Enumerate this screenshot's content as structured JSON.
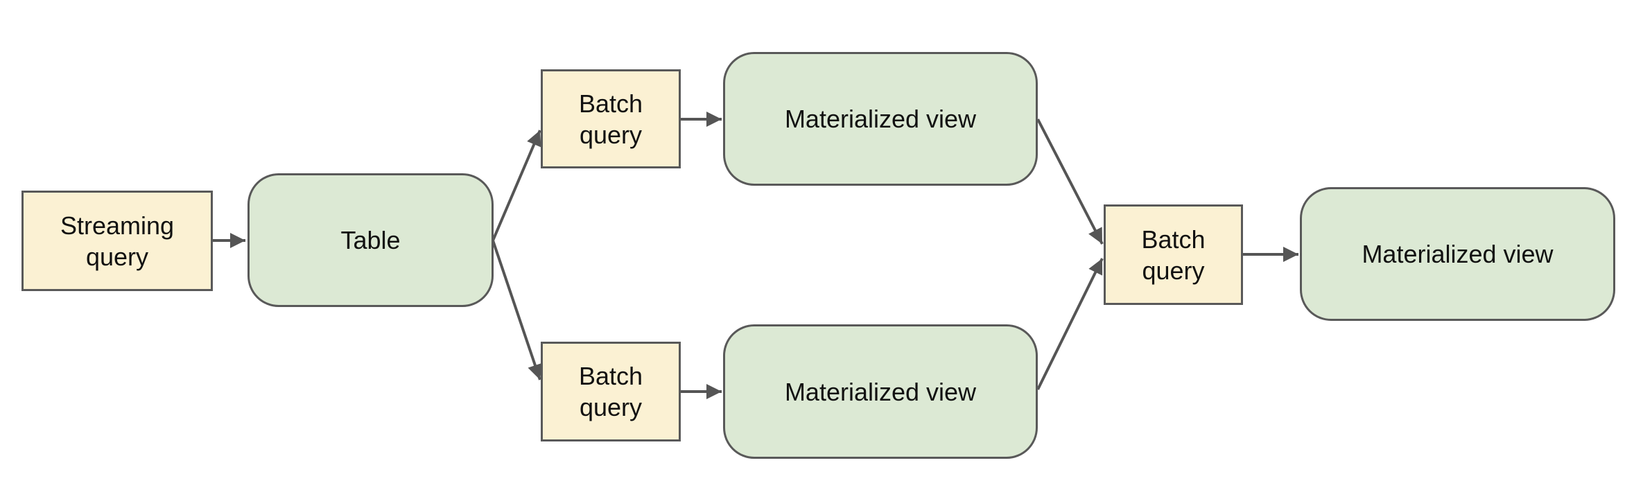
{
  "diagram": {
    "type": "flowchart",
    "direction": "left-to-right",
    "nodes": [
      {
        "id": "streaming-query",
        "label": "Streaming query",
        "shape": "rectangle",
        "fill": "#FBF1D3",
        "border": "#595959"
      },
      {
        "id": "table",
        "label": "Table",
        "shape": "rounded-rectangle",
        "fill": "#DCE9D4",
        "border": "#595959"
      },
      {
        "id": "batch-query-top",
        "label": "Batch query",
        "shape": "rectangle",
        "fill": "#FBF1D3",
        "border": "#595959"
      },
      {
        "id": "materialized-view-top",
        "label": "Materialized view",
        "shape": "rounded-rectangle",
        "fill": "#DCE9D4",
        "border": "#595959"
      },
      {
        "id": "batch-query-bottom",
        "label": "Batch query",
        "shape": "rectangle",
        "fill": "#FBF1D3",
        "border": "#595959"
      },
      {
        "id": "materialized-view-bottom",
        "label": "Materialized view",
        "shape": "rounded-rectangle",
        "fill": "#DCE9D4",
        "border": "#595959"
      },
      {
        "id": "batch-query-merge",
        "label": "Batch query",
        "shape": "rectangle",
        "fill": "#FBF1D3",
        "border": "#595959"
      },
      {
        "id": "materialized-view-final",
        "label": "Materialized view",
        "shape": "rounded-rectangle",
        "fill": "#DCE9D4",
        "border": "#595959"
      }
    ],
    "edges": [
      {
        "from": "streaming-query",
        "to": "table"
      },
      {
        "from": "table",
        "to": "batch-query-top"
      },
      {
        "from": "table",
        "to": "batch-query-bottom"
      },
      {
        "from": "batch-query-top",
        "to": "materialized-view-top"
      },
      {
        "from": "batch-query-bottom",
        "to": "materialized-view-bottom"
      },
      {
        "from": "materialized-view-top",
        "to": "batch-query-merge"
      },
      {
        "from": "materialized-view-bottom",
        "to": "batch-query-merge"
      },
      {
        "from": "batch-query-merge",
        "to": "materialized-view-final"
      }
    ],
    "colors": {
      "node_yellow": "#FBF1D3",
      "node_green": "#DCE9D4",
      "border_gray": "#595959",
      "arrow_gray": "#555555",
      "background": "#FFFFFF",
      "text": "#111111"
    }
  }
}
